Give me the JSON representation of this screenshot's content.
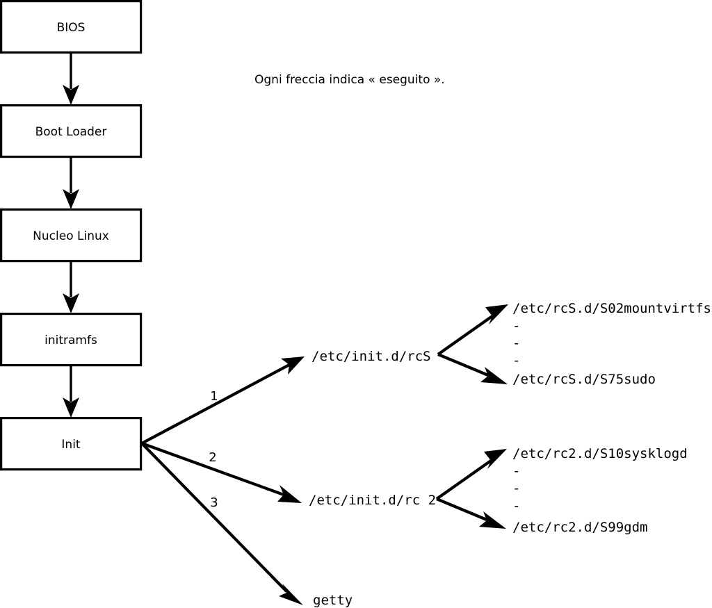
{
  "diagram": {
    "title_caption": "Ogni freccia indica « eseguito ».",
    "chain_boxes": [
      {
        "label": "BIOS"
      },
      {
        "label": "Boot Loader"
      },
      {
        "label": "Nucleo Linux"
      },
      {
        "label": "initramfs"
      },
      {
        "label": "Init"
      }
    ],
    "init_branches": [
      {
        "number": "1",
        "target": "/etc/init.d/rcS"
      },
      {
        "number": "2",
        "target": "/etc/init.d/rc 2"
      },
      {
        "number": "3",
        "target": "getty"
      }
    ],
    "rcs_scripts": {
      "first": "/etc/rcS.d/S02mountvirtfs",
      "last": "/etc/rcS.d/S75sudo",
      "ellipsis": [
        "-",
        "-",
        "-"
      ]
    },
    "rc2_scripts": {
      "first": "/etc/rc2.d/S10sysklogd",
      "last": "/etc/rc2.d/S99gdm",
      "ellipsis": [
        "-",
        "-",
        "-"
      ]
    },
    "colors": {
      "stroke": "#000000",
      "fill": "#ffffff",
      "text": "#000000"
    }
  }
}
